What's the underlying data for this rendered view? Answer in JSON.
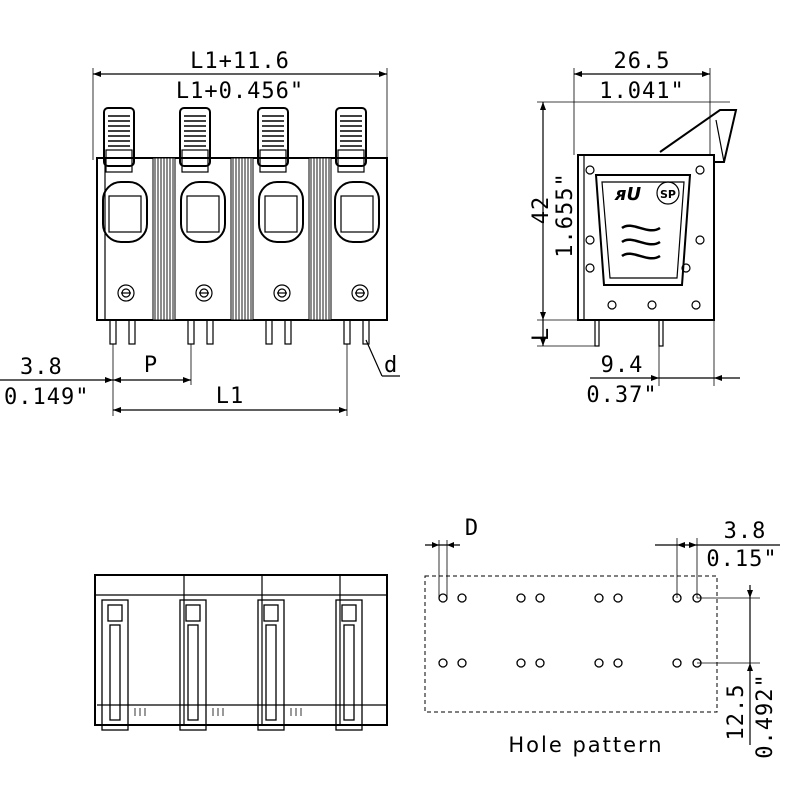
{
  "front_view": {
    "dim_overall_mm": "L1+11.6",
    "dim_overall_in": "L1+0.456\"",
    "dim_offset_mm": "3.8",
    "dim_offset_in": "0.149\"",
    "dim_pitch": "P",
    "dim_length": "L1",
    "dim_pin_diameter": "d"
  },
  "side_view": {
    "dim_width_mm": "26.5",
    "dim_width_in": "1.041\"",
    "dim_height_mm": "42",
    "dim_height_in": "1.655\"",
    "dim_pin_length": "L",
    "dim_pin_offset_mm": "9.4",
    "dim_pin_offset_in": "0.37\""
  },
  "hole_pattern": {
    "title": "Hole pattern",
    "dim_hole_diameter": "D",
    "dim_edge_mm": "3.8",
    "dim_edge_in": "0.15\"",
    "dim_row_mm": "12.5",
    "dim_row_in": "0.492\""
  }
}
